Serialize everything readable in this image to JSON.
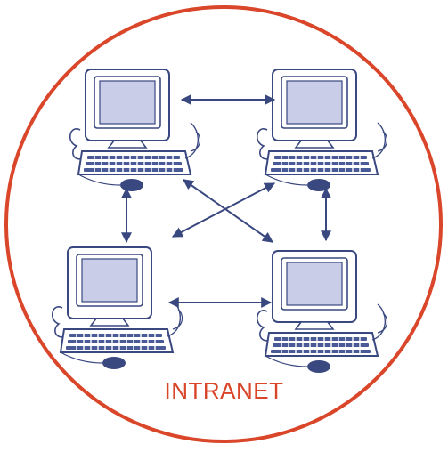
{
  "title": "INTRANET",
  "colors": {
    "ring": "#d9462a",
    "title": "#d9462a",
    "outline": "#3a4880",
    "monitor_body": "#ffffff",
    "screen": "#c9cde8",
    "keyboard": "#ffffff",
    "key": "#4a5a96",
    "mouse": "#3a4880",
    "arrow": "#3a4880",
    "background": "#ffffff"
  },
  "nodes": [
    {
      "id": "top-left",
      "icon": "computer-icon"
    },
    {
      "id": "top-right",
      "icon": "computer-icon"
    },
    {
      "id": "bottom-left",
      "icon": "computer-icon"
    },
    {
      "id": "bottom-right",
      "icon": "computer-icon"
    }
  ],
  "links": [
    {
      "from": "top-left",
      "to": "top-right",
      "direction": "both"
    },
    {
      "from": "bottom-left",
      "to": "bottom-right",
      "direction": "both"
    },
    {
      "from": "top-left",
      "to": "bottom-left",
      "direction": "both"
    },
    {
      "from": "top-right",
      "to": "bottom-right",
      "direction": "both"
    },
    {
      "from": "top-left",
      "to": "bottom-right",
      "direction": "both"
    },
    {
      "from": "top-right",
      "to": "bottom-left",
      "direction": "both"
    }
  ]
}
